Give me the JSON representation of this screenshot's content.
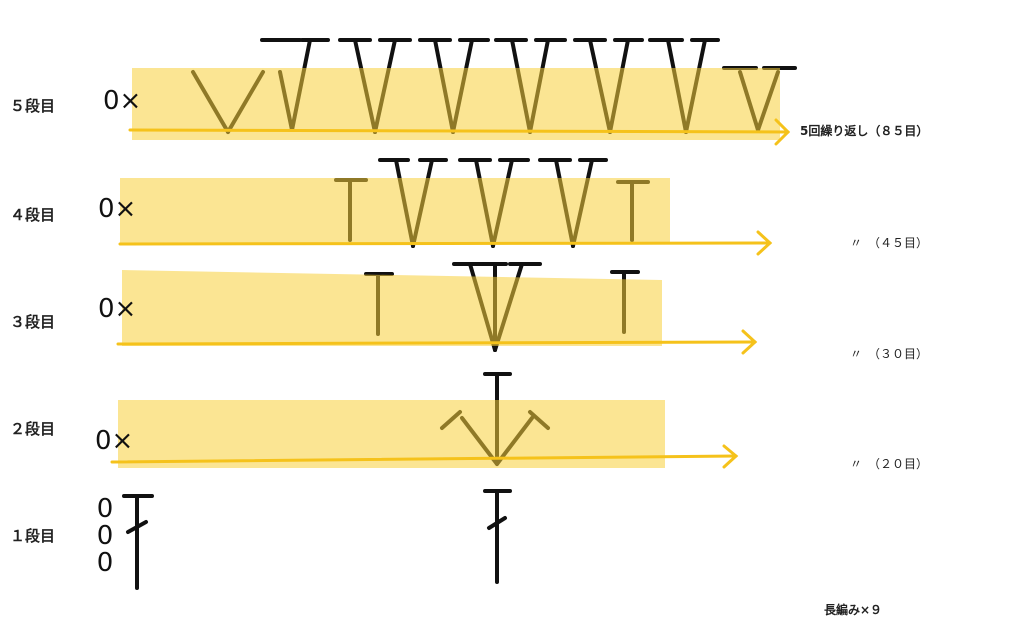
{
  "rows": [
    {
      "label": "５段目",
      "note": "5回繰り返し（８５目）",
      "chain": "0×"
    },
    {
      "label": "４段目",
      "note": "〃　（４５目）",
      "chain": "0×"
    },
    {
      "label": "３段目",
      "note": "〃　（３０目）",
      "chain": "0×"
    },
    {
      "label": "２段目",
      "note": "〃　（２０目）",
      "chain": "0×"
    },
    {
      "label": "１段目",
      "note": "長編み×９",
      "chain": "0\n0\n0"
    }
  ],
  "colors": {
    "highlight": "#f7cf3a",
    "arrow": "#f5c21b",
    "stitch": "#111111"
  }
}
